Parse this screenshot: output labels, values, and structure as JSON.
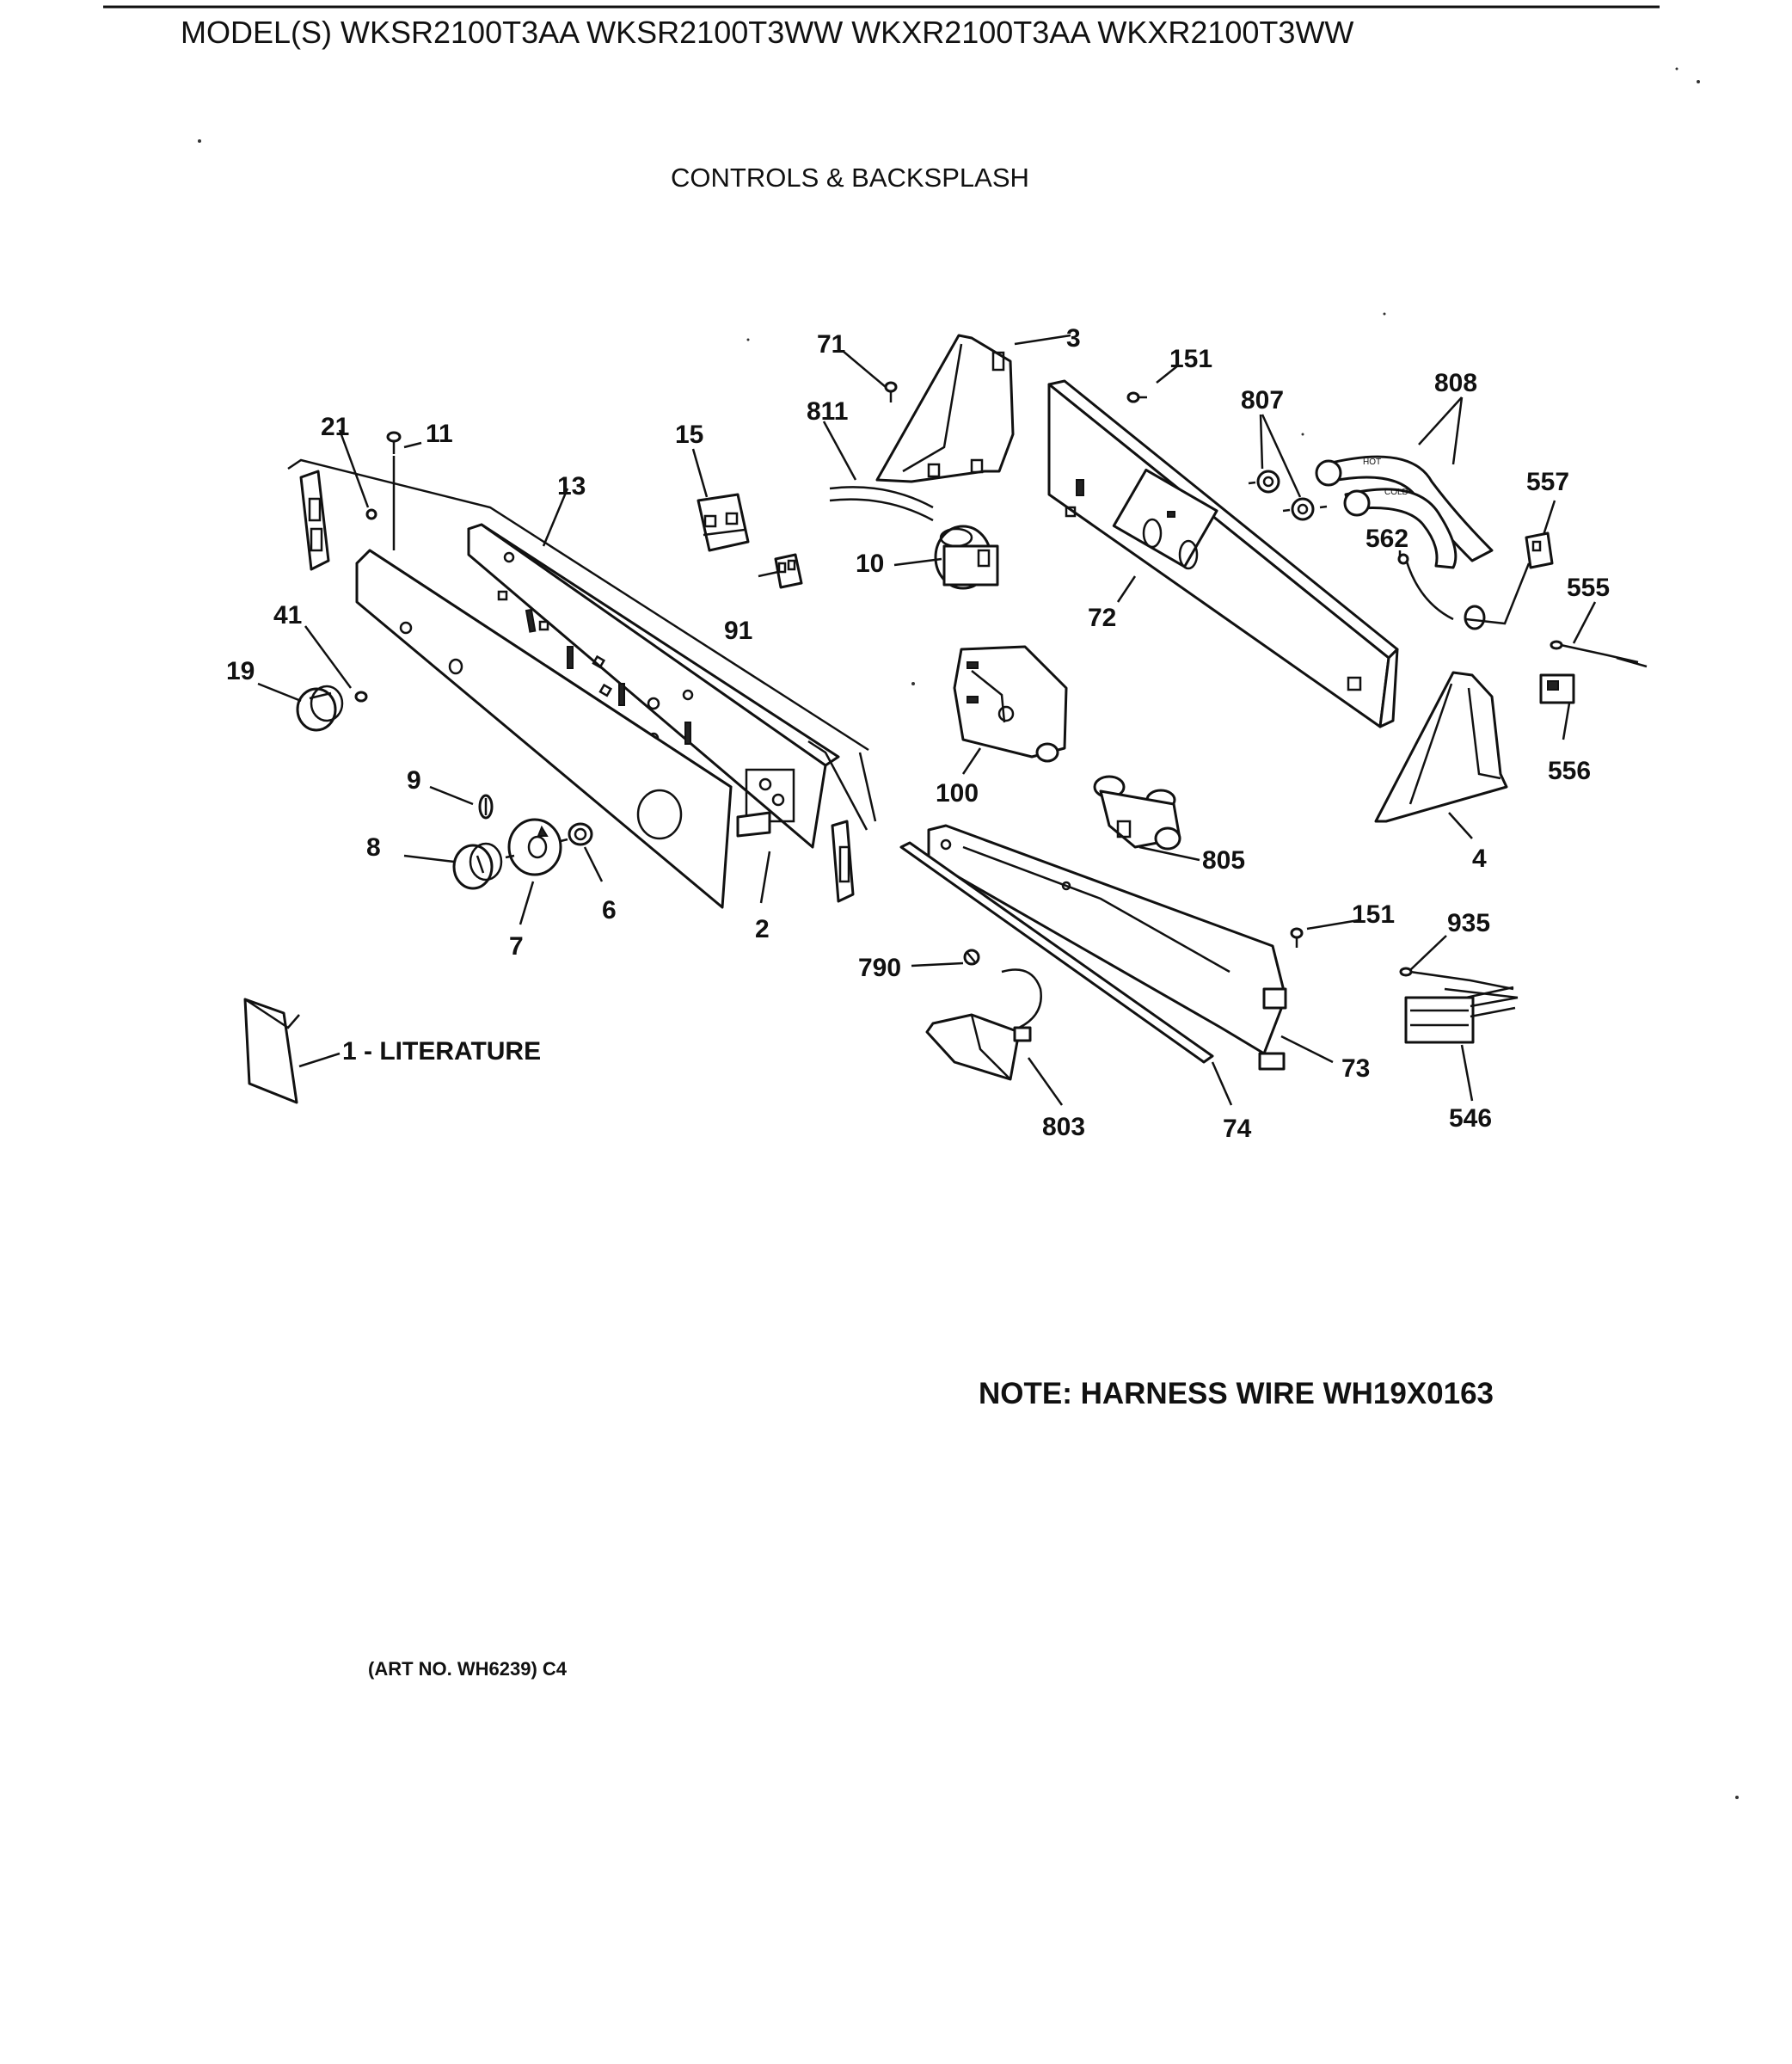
{
  "header": {
    "models": "MODEL(S) WKSR2100T3AA  WKSR2100T3WW  WKXR2100T3AA  WKXR2100T3WW",
    "subtitle": "CONTROLS & BACKSPLASH"
  },
  "callouts": {
    "c1": "1 - LITERATURE",
    "c2": "2",
    "c3": "3",
    "c4": "4",
    "c6": "6",
    "c7": "7",
    "c8": "8",
    "c9": "9",
    "c10": "10",
    "c11": "11",
    "c13": "13",
    "c15": "15",
    "c19": "19",
    "c21": "21",
    "c41": "41",
    "c71": "71",
    "c72": "72",
    "c73": "73",
    "c74": "74",
    "c91": "91",
    "c100": "100",
    "c151a": "151",
    "c151b": "151",
    "c546": "546",
    "c555": "555",
    "c556": "556",
    "c557": "557",
    "c562": "562",
    "c790": "790",
    "c803": "803",
    "c805": "805",
    "c807": "807",
    "c808": "808",
    "c811": "811",
    "c935": "935"
  },
  "hose_labels": {
    "hot": "HOT",
    "cold": "COLD"
  },
  "note": "NOTE: HARNESS WIRE WH19X0163",
  "art_number": "(ART NO. WH6239) C4"
}
